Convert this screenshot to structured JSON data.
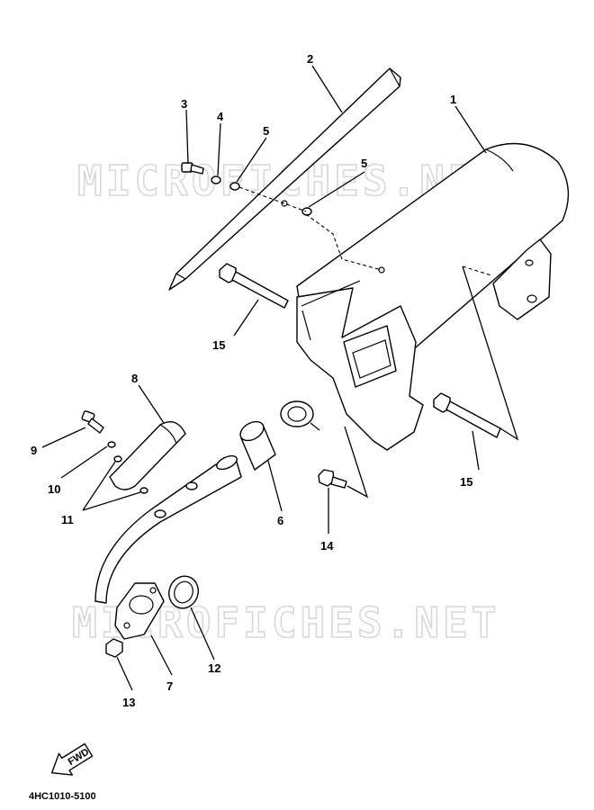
{
  "watermark_text": "MICROFICHES.NET",
  "callouts": {
    "c1": "1",
    "c2": "2",
    "c3": "3",
    "c4": "4",
    "c5a": "5",
    "c5b": "5",
    "c6": "6",
    "c7": "7",
    "c8": "8",
    "c9": "9",
    "c10": "10",
    "c11": "11",
    "c12": "12",
    "c13": "13",
    "c14": "14",
    "c15a": "15",
    "c15b": "15"
  },
  "fwd_label": "FWD",
  "diagram_code": "4HC1010-5100"
}
